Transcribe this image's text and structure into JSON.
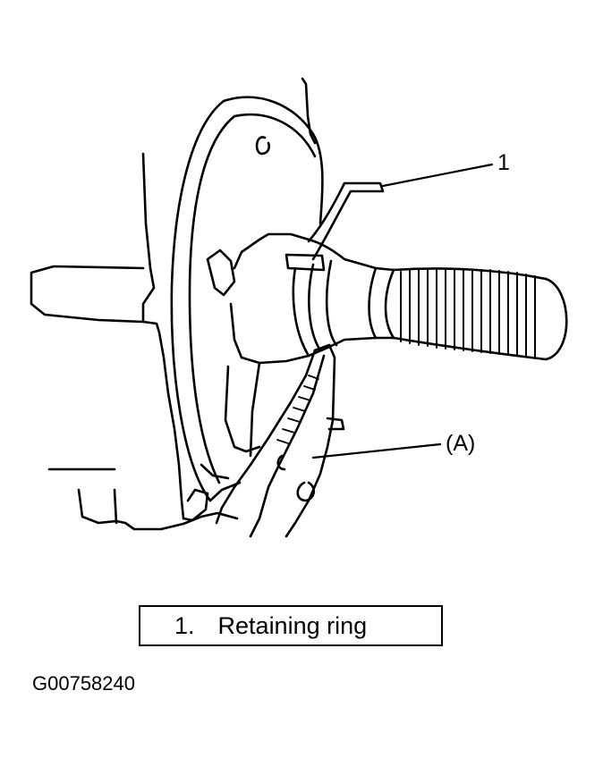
{
  "callouts": {
    "ring": "1",
    "tool": "(A)"
  },
  "legend": {
    "number": "1.",
    "text": "Retaining ring"
  },
  "figure_id": "G00758240"
}
